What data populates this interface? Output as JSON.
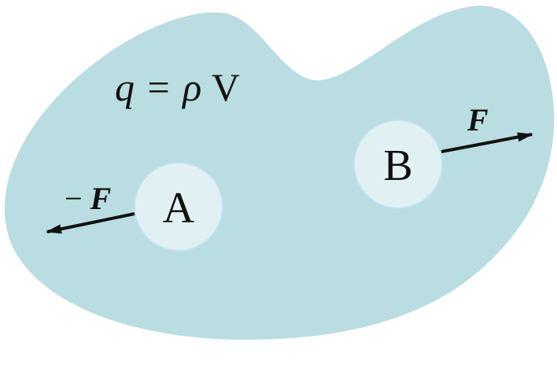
{
  "colors": {
    "region_fill": "#b9dde0",
    "sphere_fill": "#e1f1f3",
    "sphere_stroke": "#c4e2ef",
    "arrow": "#111111",
    "text": "#111111"
  },
  "formula": {
    "q": "q",
    "equals": "=",
    "rho": "ρ",
    "volume": "V"
  },
  "spheres": {
    "a_label": "A",
    "b_label": "B"
  },
  "forces": {
    "left_minus": "−",
    "left_f": "F",
    "right_f": "F"
  }
}
